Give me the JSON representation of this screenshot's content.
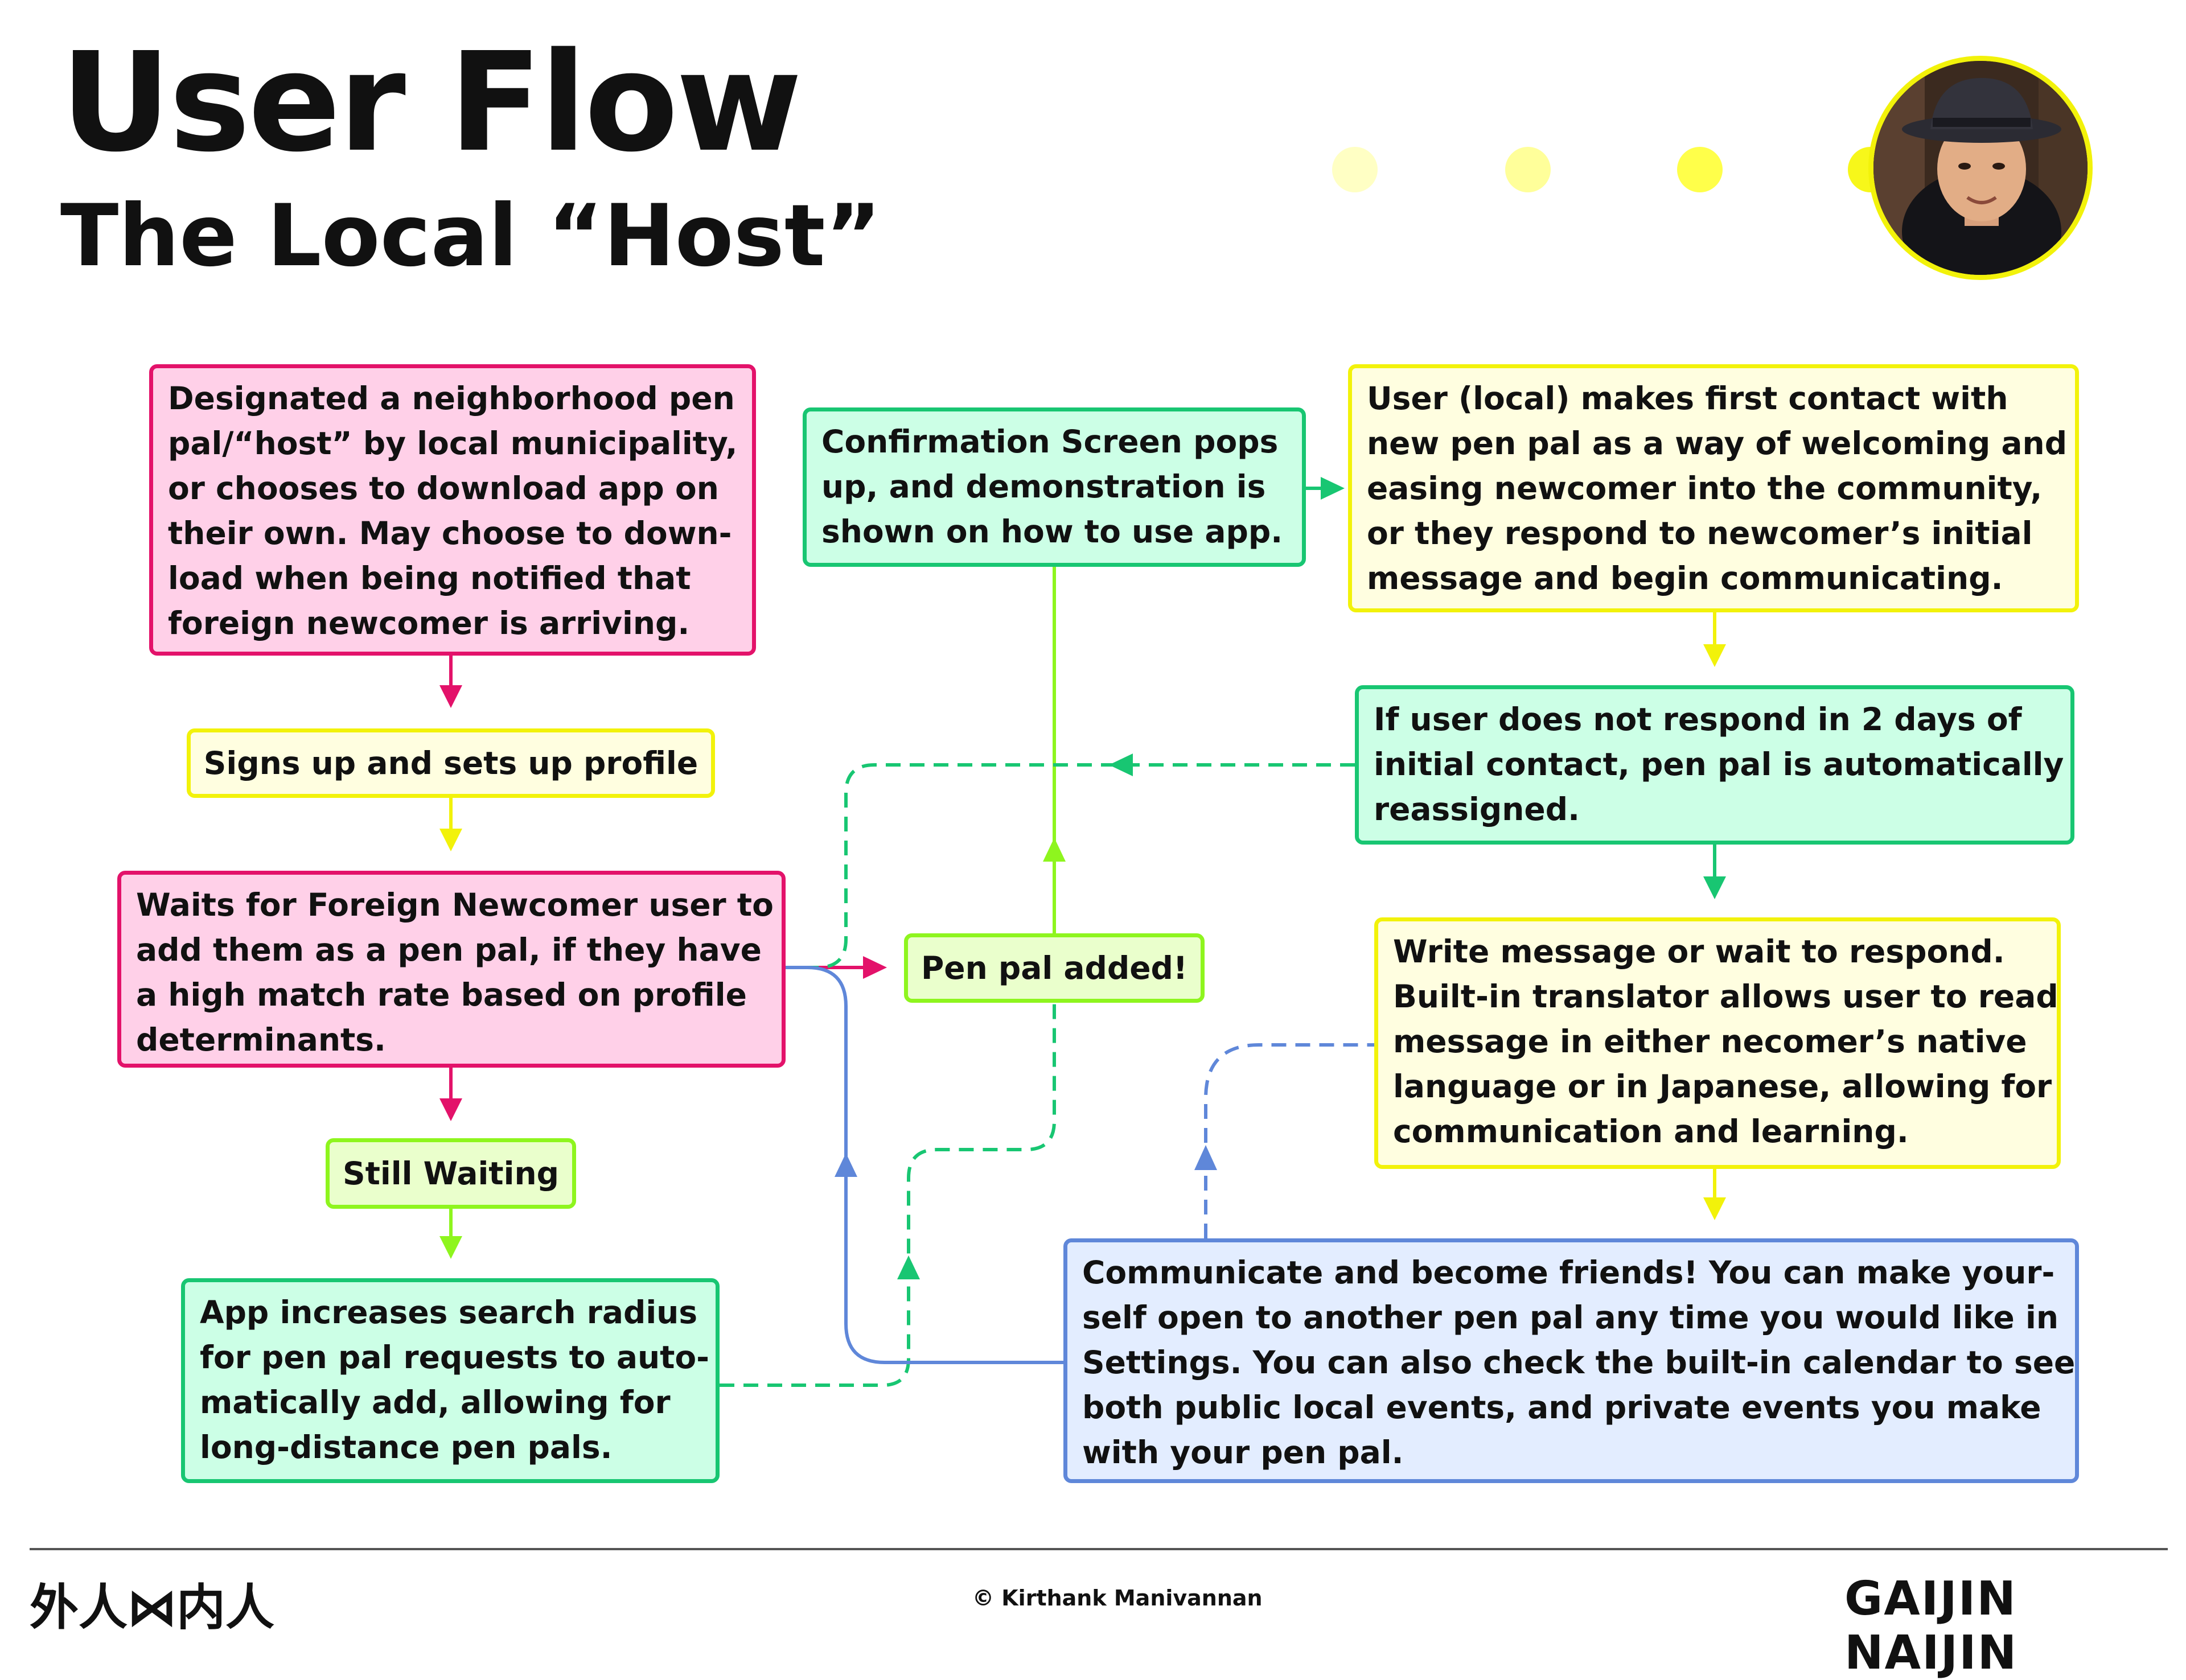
{
  "header": {
    "title": "User Flow",
    "subtitle": "The Local “Host”"
  },
  "colors": {
    "pink": "#e3126a",
    "yellow": "#f2f20a",
    "green": "#18c672",
    "lime": "#8ef51e",
    "blue": "#5f87d9"
  },
  "nodes": {
    "designated": [
      "Designated a neighborhood pen",
      "pal/“host” by local municipality,",
      "or chooses to download app on",
      "their own. May choose to down-",
      "load when being notified that",
      "foreign newcomer is arriving."
    ],
    "signup": "Signs up and sets up profile",
    "waits": [
      "Waits for Foreign Newcomer user to",
      "add them as a pen pal, if they have",
      "a high match rate based on profile",
      "determinants."
    ],
    "still_waiting": "Still Waiting",
    "search_radius": [
      "App increases search radius",
      "for pen pal requests to auto-",
      "matically add, allowing for",
      "long-distance pen pals."
    ],
    "confirmation": [
      "Confirmation Screen pops",
      "up, and demonstration is",
      "shown on how to use app."
    ],
    "pen_pal_added": "Pen pal added!",
    "first_contact": [
      "User (local) makes first contact with",
      "new pen pal as a way of welcoming and",
      "easing newcomer into the community,",
      "or they respond to newcomer’s initial",
      "message and begin communicating."
    ],
    "no_response": [
      "If user does not respond in 2 days of",
      "initial contact, pen pal is automatically",
      "reassigned."
    ],
    "write_message": [
      "Write message or wait to respond.",
      "Built-in translator allows user to read",
      "message in either necomer’s native",
      "language or in Japanese, allowing for",
      "communication and learning."
    ],
    "communicate": [
      "Communicate and become friends! You can make your-",
      "self open to another pen pal any time you would like in",
      "Settings. You can also check the built-in calendar to see",
      "both public local events, and private events you make",
      "with your pen pal."
    ]
  },
  "footer": {
    "logo_left": "外人⋈内人",
    "credit": "© Kirthank Manivannan",
    "logo_right": "GAIJIN  NAIJIN"
  }
}
